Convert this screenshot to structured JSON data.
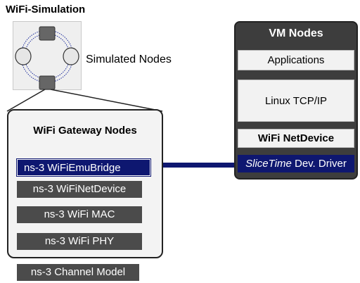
{
  "title": "WiFi-Simulation",
  "simulation": {
    "nodes_label": "Simulated Nodes"
  },
  "gateway": {
    "title": "WiFi Gateway Nodes",
    "layers": [
      "ns-3 WiFiEmuBridge",
      "ns-3 WiFiNetDevice",
      "ns-3 WiFi MAC",
      "ns-3 WiFi PHY"
    ]
  },
  "channel": {
    "label": "ns-3  Channel Model"
  },
  "vm": {
    "title": "VM Nodes",
    "applications": "Applications",
    "tcpip": "Linux TCP/IP",
    "netdevice": "WiFi NetDevice",
    "driver_brand": "SliceTime",
    "driver_rest": " Dev. Driver"
  },
  "colors": {
    "bridge": "#0e1770",
    "layer_dark": "#4b4b4b",
    "vm_background": "#3d3d3d",
    "node_gray": "#666666"
  }
}
